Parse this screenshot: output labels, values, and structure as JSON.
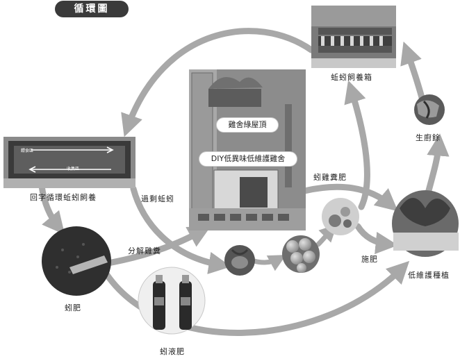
{
  "title": "循環圖",
  "nodes": {
    "worm_box": "蚯蚓飼養箱",
    "kitchen_waste": "生廚餘",
    "loop_bin": "回字循環蚯蚓飼養",
    "green_roof": "雞舍綠屋頂",
    "coop": "DIY低異味低維護雞舍",
    "worm_compost": "蚓肥",
    "worm_liquid": "蚓液肥",
    "planter": "低維護種植"
  },
  "edges": {
    "excess_worms": "過剩蚯蚓",
    "decompose_manure": "分解雞糞",
    "worm_chicken_fertilizer": "蚓雞糞肥",
    "fertilize": "施肥"
  },
  "bin_labels": {
    "feed": "餵食區",
    "collect": "收集區"
  },
  "colors": {
    "arrow": "#a8a8a8",
    "photo_dark": "#4a4a4a",
    "badge": "#3a3a3a"
  }
}
